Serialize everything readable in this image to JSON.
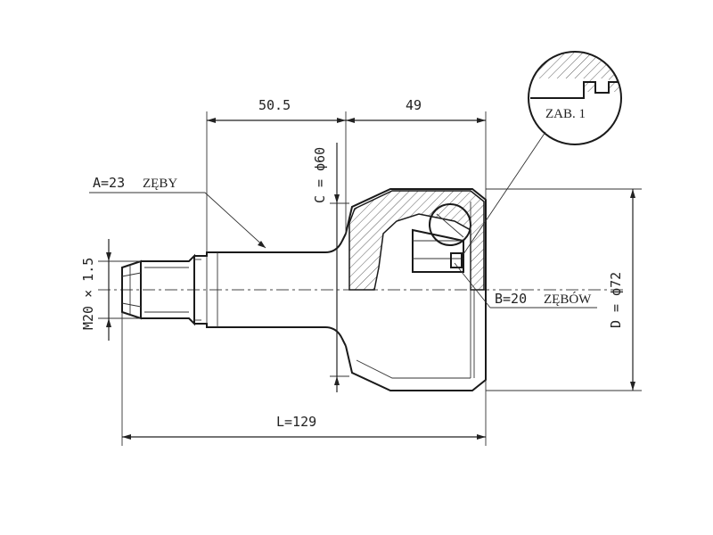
{
  "dimensions": {
    "shaft_length": "50.5",
    "housing_length": "49",
    "total_length": "L=129",
    "outer_teeth": "A=23",
    "outer_teeth_unit": "ZĘBY",
    "inner_teeth": "B=20",
    "inner_teeth_unit": "ZĘBÓW",
    "seal_diameter": "C = ϕ60",
    "outer_diameter": "D = ϕ72",
    "thread": "M20 × 1.5"
  },
  "detail": {
    "label": "ZAB. 1"
  }
}
